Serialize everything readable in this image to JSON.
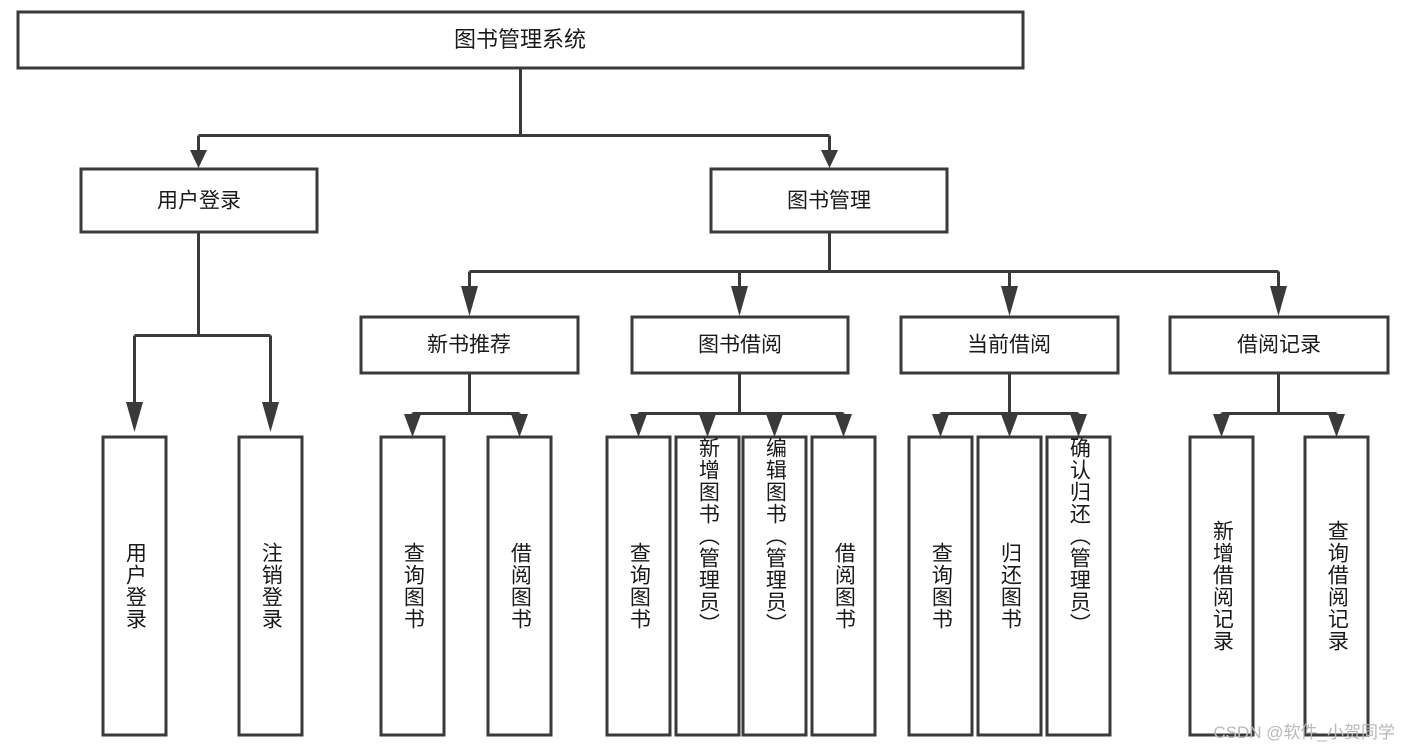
{
  "diagram": {
    "title": "图书管理系统",
    "type": "tree-hierarchy-chart",
    "watermark": "CSDN @软件_小贺同学",
    "colors": {
      "box_stroke": "#3a3a3a",
      "box_fill": "#ffffff",
      "text": "#1a1a1a",
      "connector": "#3a3a3a",
      "background": "#ffffff",
      "watermark": "#b9b9b9"
    },
    "root": {
      "label": "图书管理系统"
    },
    "level1": [
      {
        "label": "用户登录"
      },
      {
        "label": "图书管理"
      }
    ],
    "level2": [
      {
        "label": "新书推荐"
      },
      {
        "label": "图书借阅"
      },
      {
        "label": "当前借阅"
      },
      {
        "label": "借阅记录"
      }
    ],
    "leaves": {
      "user_login": [
        {
          "label": "用户登录"
        },
        {
          "label": "注销登录"
        }
      ],
      "new_book_recommend": [
        {
          "label": "查询图书"
        },
        {
          "label": "借阅图书"
        }
      ],
      "book_borrow": [
        {
          "label": "查询图书"
        },
        {
          "label": "新增图书（管理员）"
        },
        {
          "label": "编辑图书（管理员）"
        },
        {
          "label": "借阅图书"
        }
      ],
      "current_borrow": [
        {
          "label": "查询图书"
        },
        {
          "label": "归还图书"
        },
        {
          "label": "确认归还（管理员）"
        }
      ],
      "borrow_record": [
        {
          "label": "新增借阅记录"
        },
        {
          "label": "查询借阅记录"
        }
      ]
    }
  }
}
